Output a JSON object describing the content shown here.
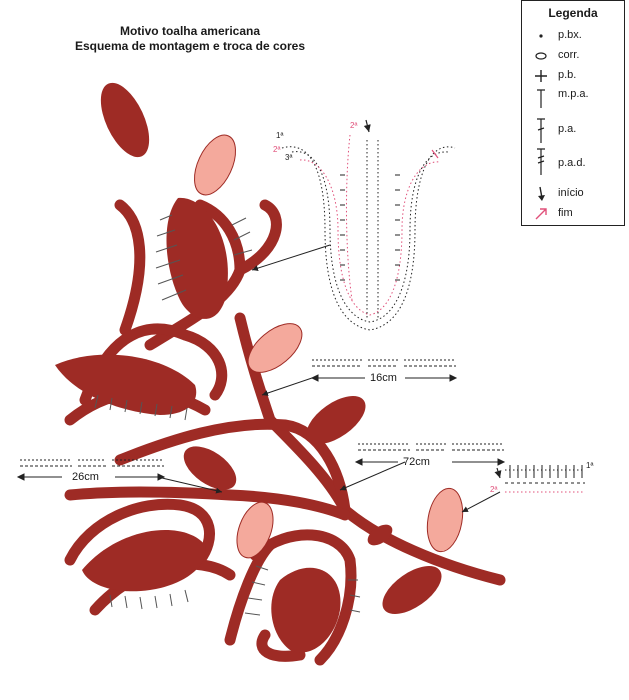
{
  "title": {
    "line1": "Motivo toalha americana",
    "line2": "Esquema de montagem e troca de cores"
  },
  "legend": {
    "title": "Legenda",
    "items": [
      {
        "label": "p.bx.",
        "symbol": "dot-icon"
      },
      {
        "label": "corr.",
        "symbol": "chain-oval-icon"
      },
      {
        "label": "p.b.",
        "symbol": "plus-icon"
      },
      {
        "label": "m.p.a.",
        "symbol": "half-double-stitch-icon"
      },
      {
        "label": "p.a.",
        "symbol": "double-stitch-icon"
      },
      {
        "label": "p.a.d.",
        "symbol": "treble-stitch-icon"
      },
      {
        "label": "início",
        "symbol": "start-arrow-icon"
      },
      {
        "label": "fim",
        "symbol": "end-arrow-icon"
      }
    ]
  },
  "measurements": {
    "m16": "16cm",
    "m72": "72cm",
    "m26": "26cm"
  },
  "round_labels": {
    "r1": "1ª",
    "r2": "2ª",
    "r3": "3ª"
  },
  "colors": {
    "dark_red": "#9e2b25",
    "salmon": "#f4a99c",
    "pink_stitch": "#e0507a",
    "stitch_dark": "#222222"
  }
}
